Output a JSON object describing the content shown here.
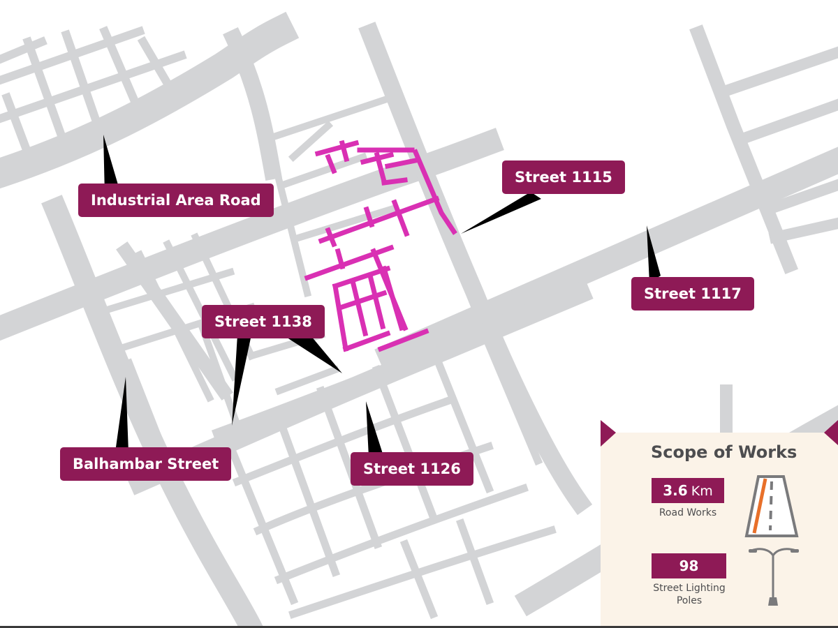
{
  "map": {
    "labels": {
      "industrial_area_road": "Industrial Area Road",
      "street_1115": "Street 1115",
      "street_1117": "Street 1117",
      "street_1138": "Street 1138",
      "balhambar_street": "Balhambar Street",
      "street_1126": "Street 1126"
    },
    "colors": {
      "road": "#d3d4d6",
      "project": "#d930b3",
      "label_bg": "#8e1a56",
      "label_text": "#ffffff",
      "pointer": "#000000",
      "background": "#ffffff"
    }
  },
  "scope": {
    "title": "Scope of Works",
    "road_works": {
      "value": "3.6",
      "unit": "Km",
      "caption": "Road Works",
      "icon": "road-icon"
    },
    "lighting": {
      "value": "98",
      "caption_line1": "Street Lighting",
      "caption_line2": "Poles",
      "icon": "street-light-icon"
    },
    "colors": {
      "panel_bg": "#fbf3e8",
      "title": "#4d4d4f",
      "accent": "#e8702a"
    }
  }
}
